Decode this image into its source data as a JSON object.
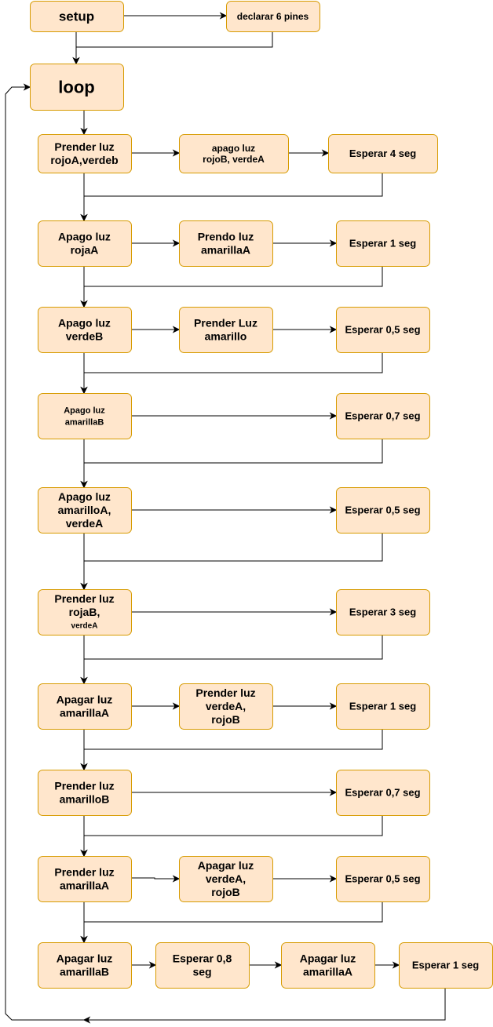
{
  "diagram": {
    "colors": {
      "node_fill": "#ffe6cc",
      "node_stroke": "#d79b00",
      "edge": "#000000"
    },
    "nodes": [
      {
        "id": "setup",
        "lines": [
          "setup"
        ]
      },
      {
        "id": "declare",
        "lines": [
          "declarar 6 pines"
        ]
      },
      {
        "id": "loop",
        "lines": [
          "loop"
        ]
      },
      {
        "id": "r1a",
        "lines": [
          "Prender luz",
          "rojoA,verdeb"
        ]
      },
      {
        "id": "r1b",
        "lines": [
          "apago luz",
          "rojoB, verdeA"
        ]
      },
      {
        "id": "r1c",
        "lines": [
          "Esperar 4 seg"
        ]
      },
      {
        "id": "r2a",
        "lines": [
          "Apago luz",
          "rojaA"
        ]
      },
      {
        "id": "r2b",
        "lines": [
          "Prendo luz",
          "amarillaA"
        ]
      },
      {
        "id": "r2c",
        "lines": [
          "Esperar 1 seg"
        ]
      },
      {
        "id": "r3a",
        "lines": [
          "Apago luz",
          "verdeB"
        ]
      },
      {
        "id": "r3b",
        "lines": [
          "Prender Luz",
          "amarillo"
        ]
      },
      {
        "id": "r3c",
        "lines": [
          "Esperar 0,5 seg"
        ]
      },
      {
        "id": "r4a",
        "lines": [
          "Apago luz",
          "amarillaB"
        ]
      },
      {
        "id": "r4c",
        "lines": [
          "Esperar 0,7 seg"
        ]
      },
      {
        "id": "r5a",
        "lines": [
          "Apago luz",
          "amarilloA,",
          "verdeA"
        ]
      },
      {
        "id": "r5c",
        "lines": [
          "Esperar 0,5 seg"
        ]
      },
      {
        "id": "r6a",
        "lines": [
          "Prender luz",
          "rojaB,",
          "verdeA"
        ]
      },
      {
        "id": "r6c",
        "lines": [
          "Esperar 3 seg"
        ]
      },
      {
        "id": "r7a",
        "lines": [
          "Apagar luz",
          "amarillaA"
        ]
      },
      {
        "id": "r7b",
        "lines": [
          "Prender luz",
          "verdeA,",
          "rojoB"
        ]
      },
      {
        "id": "r7c",
        "lines": [
          "Esperar 1 seg"
        ]
      },
      {
        "id": "r8a",
        "lines": [
          "Prender luz",
          "amarilloB"
        ]
      },
      {
        "id": "r8c",
        "lines": [
          "Esperar 0,7 seg"
        ]
      },
      {
        "id": "r9a",
        "lines": [
          "Prender luz",
          "amarillaA"
        ]
      },
      {
        "id": "r9b",
        "lines": [
          "Apagar luz",
          "verdeA,",
          "rojoB"
        ]
      },
      {
        "id": "r9c",
        "lines": [
          "Esperar 0,5 seg"
        ]
      },
      {
        "id": "r10a",
        "lines": [
          "Apagar luz",
          "amarillaB"
        ]
      },
      {
        "id": "r10b",
        "lines": [
          "Esperar 0,8",
          "seg"
        ]
      },
      {
        "id": "r10c",
        "lines": [
          "Apagar luz",
          "amarillaA"
        ]
      },
      {
        "id": "r10d",
        "lines": [
          "Esperar 1 seg"
        ]
      }
    ]
  }
}
